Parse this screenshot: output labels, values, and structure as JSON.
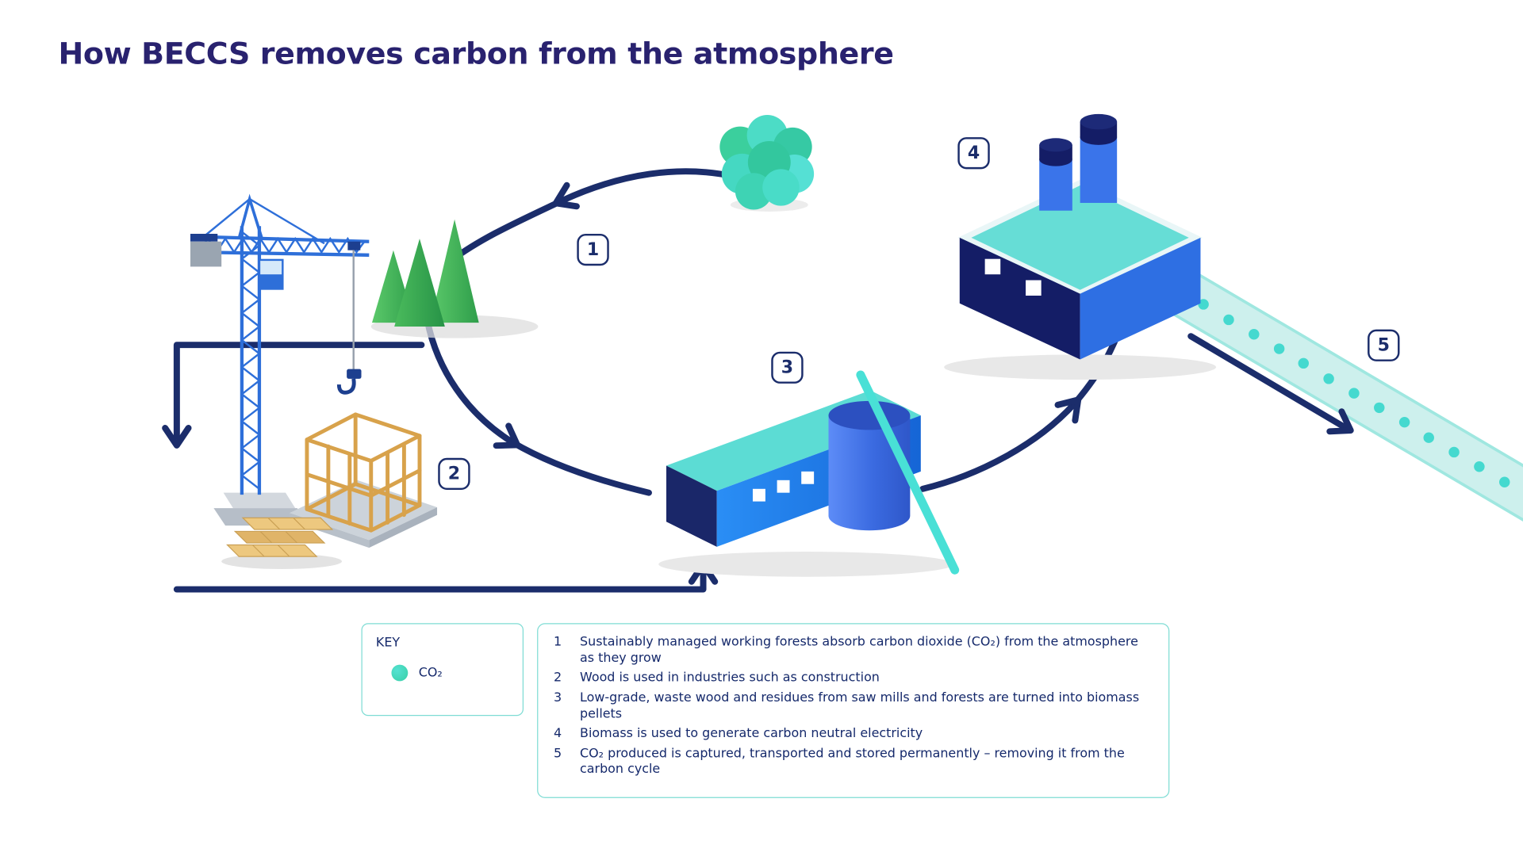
{
  "title": "How BECCS removes carbon from the atmosphere",
  "colors": {
    "title": "#29226f",
    "navy": "#1b2d6b",
    "teal": "#4fd8cf",
    "teal_border": "#7edcd4",
    "green": "#3aa856",
    "blue": "#2e6fe3",
    "wood": "#d8a24b",
    "text": "#15296b"
  },
  "diagram": {
    "badges": [
      {
        "label": "1"
      },
      {
        "label": "2"
      },
      {
        "label": "3"
      },
      {
        "label": "4"
      },
      {
        "label": "5"
      }
    ]
  },
  "key": {
    "title": "KEY",
    "items": [
      {
        "label": "CO₂",
        "color": "#45d9c6"
      }
    ]
  },
  "legend": {
    "items": [
      {
        "num": "1",
        "text": "Sustainably managed working forests absorb carbon dioxide (CO₂) from the atmosphere as they grow"
      },
      {
        "num": "2",
        "text": "Wood is used in industries such as construction"
      },
      {
        "num": "3",
        "text": "Low-grade, waste wood and residues from saw mills and forests are turned into biomass pellets"
      },
      {
        "num": "4",
        "text": "Biomass is used to generate carbon neutral electricity"
      },
      {
        "num": "5",
        "text": "CO₂ produced is captured, transported and stored permanently – removing it from the carbon cycle"
      }
    ]
  }
}
